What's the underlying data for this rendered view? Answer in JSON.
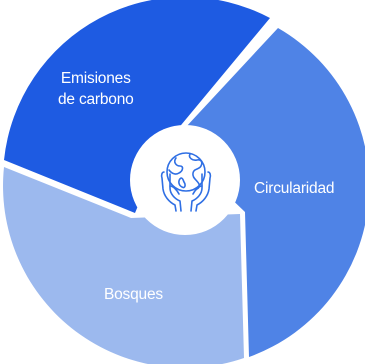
{
  "diagram": {
    "center_icon": "globe-in-hands-icon",
    "segments": [
      {
        "label_line1": "Emisiones",
        "label_line2": "de carbono",
        "color": "#1E5BE2"
      },
      {
        "label": "Circularidad",
        "color": "#4F83E6"
      },
      {
        "label": "Bosques",
        "color": "#9CB9EE"
      }
    ],
    "hub_color": "#FFFFFF",
    "icon_color": "#2F6FE4"
  }
}
